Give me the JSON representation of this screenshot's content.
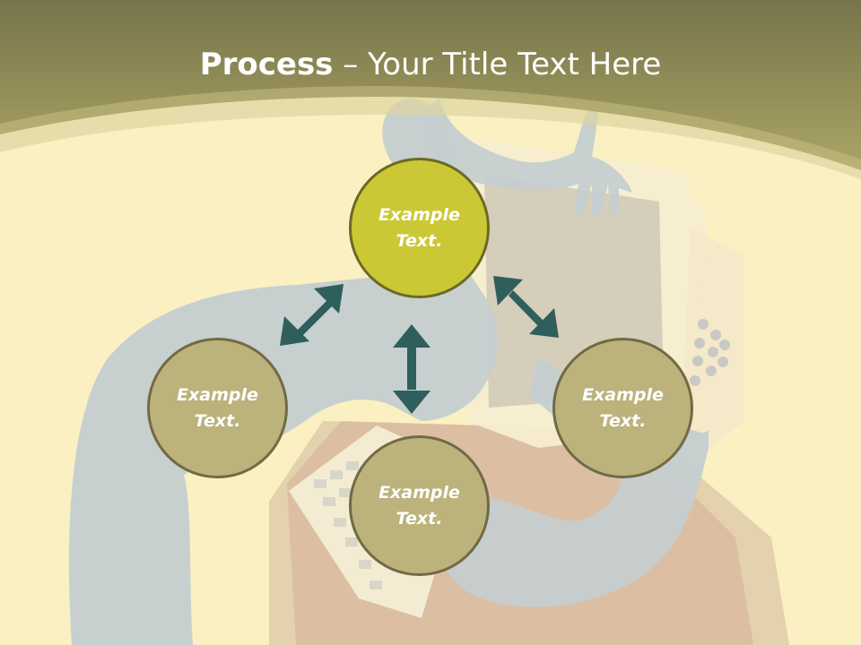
{
  "title": {
    "bold": "Process",
    "rest": " – Your Title Text Here"
  },
  "nodes": {
    "top": "Example Text.",
    "left": "Example Text.",
    "right": "Example Text.",
    "bottom": "Example Text."
  },
  "colors": {
    "background": "#fbf0c2",
    "header_band": "#a8a163",
    "node_primary": "#cbc836",
    "node_secondary": "#bcb27b",
    "arrow": "#2f5f5c"
  }
}
